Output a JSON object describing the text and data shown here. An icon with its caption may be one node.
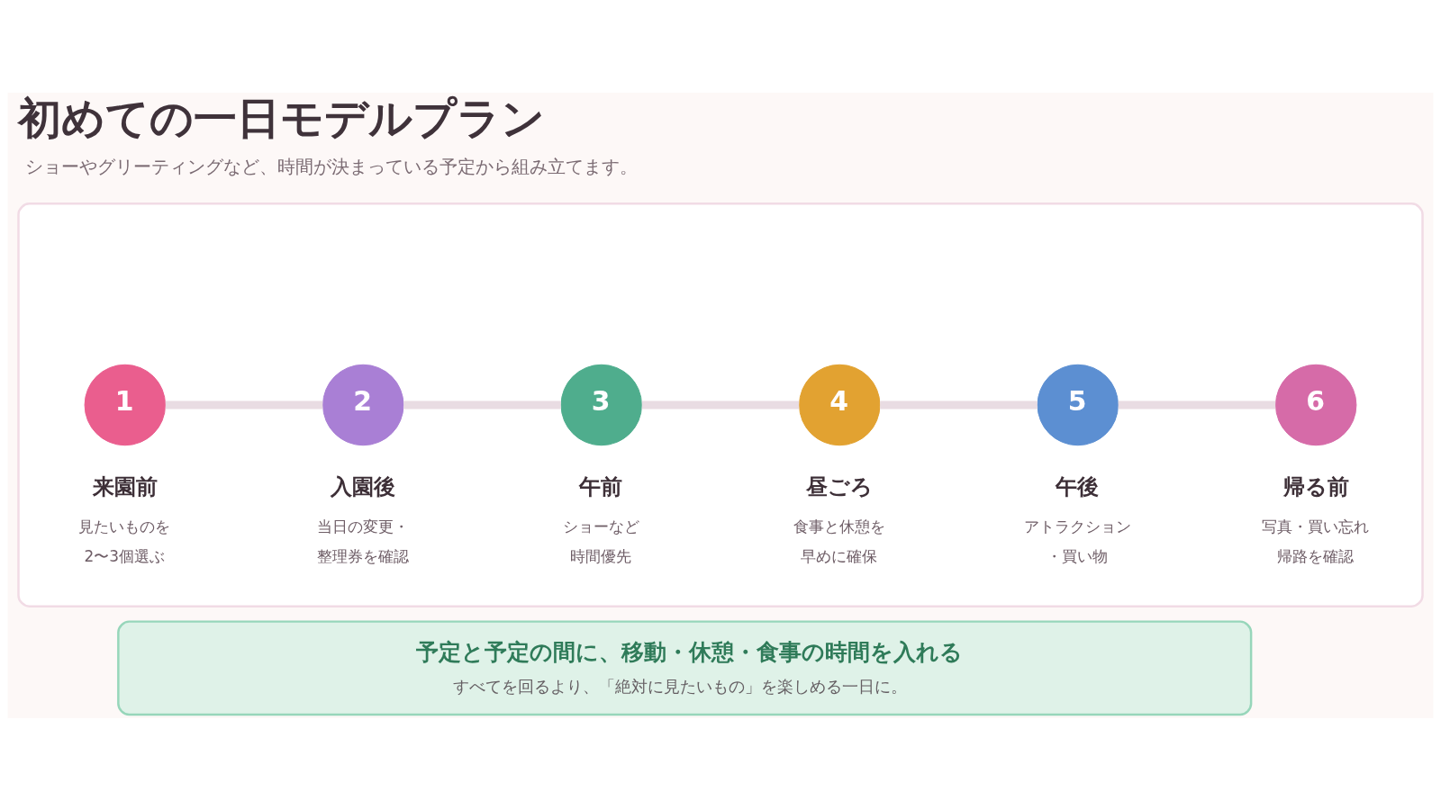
{
  "diagram": {
    "title": "初めての一日モデルプラン",
    "nodes": [
      {
        "text": [],
        "shape": "box"
      },
      {
        "text": [
          "1",
          "来園前",
          "見たいものを2〜3個選ぶ"
        ],
        "in": 0
      },
      {
        "text": [
          "2",
          "入園後",
          "当日の変更・整理券を確認"
        ],
        "in": 0
      },
      {
        "text": [
          "3",
          "午前",
          "ショーなど時間優先"
        ],
        "in": 0
      },
      {
        "text": [
          "4",
          "昼ごろ",
          "食事と休憩を早めに確保"
        ],
        "in": 0
      },
      {
        "text": [
          "5",
          "午後",
          "アトラクション・買い物"
        ],
        "in": 0
      },
      {
        "text": [
          "6",
          "帰る前",
          "写真・買い忘れ帰路を確認"
        ],
        "in": 0
      },
      {
        "text": [
          "予定と予定の間に、移動・休憩・食事の時間を入れる",
          "すべてを回るより、「絶対に見たいもの」を楽しめる一日に。"
        ]
      }
    ],
    "edges": [
      {
        "from": 1,
        "to": 2,
        "arrow": "none"
      },
      {
        "from": 2,
        "to": 3,
        "arrow": "none"
      },
      {
        "from": 3,
        "to": 4,
        "arrow": "none"
      },
      {
        "from": 4,
        "to": 5,
        "arrow": "none"
      },
      {
        "from": 5,
        "to": 6,
        "arrow": "none"
      }
    ],
    "labels": [
      "ショーやグリーティングなど、時間が決まっている予定から組み立てます。"
    ]
  }
}
